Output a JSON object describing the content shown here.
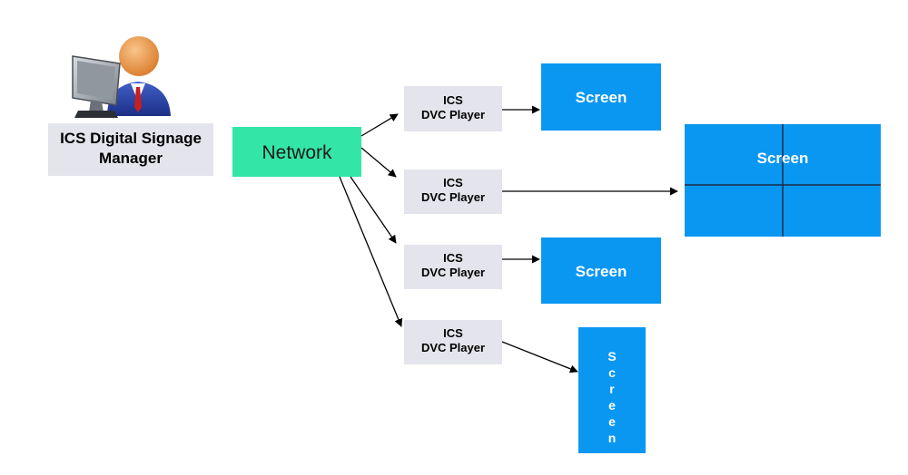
{
  "manager": {
    "line1": "ICS Digital Signage",
    "line2": "Manager",
    "icon": "computer-user-icon"
  },
  "network": {
    "label": "Network"
  },
  "players": [
    {
      "line1": "ICS",
      "line2": "DVC Player"
    },
    {
      "line1": "ICS",
      "line2": "DVC Player"
    },
    {
      "line1": "ICS",
      "line2": "DVC Player"
    },
    {
      "line1": "ICS",
      "line2": "DVC Player"
    }
  ],
  "screens": [
    {
      "label": "Screen",
      "kind": "single"
    },
    {
      "label": "Screen",
      "kind": "video-wall-2x2"
    },
    {
      "label": "Screen",
      "kind": "single"
    },
    {
      "label": "Screen",
      "kind": "portrait"
    }
  ],
  "colors": {
    "screen": "#0a97f2",
    "screen_divider": "#1a2a44",
    "network": "#33e6a8",
    "label_box": "#e4e4ec",
    "arrow": "#000000"
  }
}
